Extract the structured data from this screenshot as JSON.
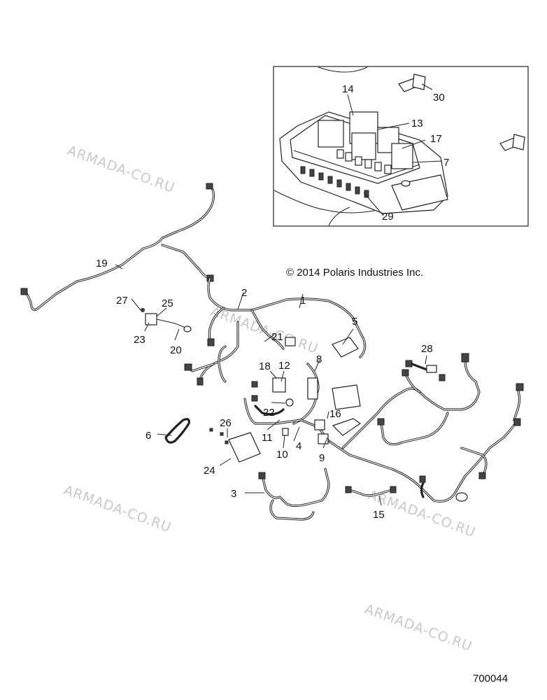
{
  "copyright": "© 2014 Polaris Industries Inc.",
  "figure_number": "700044",
  "watermark_text": "ARMADA-CO.RU",
  "callouts": {
    "c1": "1",
    "c2": "2",
    "c3": "3",
    "c4": "4",
    "c5": "5",
    "c6": "6",
    "c7": "7",
    "c8": "8",
    "c9": "9",
    "c10": "10",
    "c11": "11",
    "c12": "12",
    "c13": "13",
    "c14": "14",
    "c15": "15",
    "c16": "16",
    "c17": "17",
    "c18": "18",
    "c19": "19",
    "c20": "20",
    "c21": "21",
    "c22": "22",
    "c23": "23",
    "c24": "24",
    "c25": "25",
    "c26": "26",
    "c27": "27",
    "c28": "28",
    "c29": "29",
    "c30": "30"
  }
}
